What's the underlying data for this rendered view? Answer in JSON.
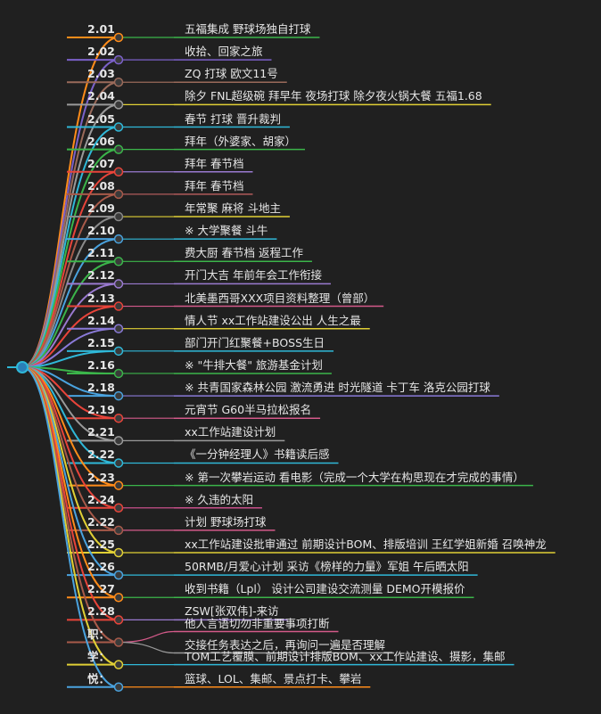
{
  "palette": [
    "#ff8c1a",
    "#7b61c9",
    "#9a9a9a",
    "#e0cf35",
    "#2fb8d8",
    "#3bb54a",
    "#e8443a",
    "#a85a4a",
    "#d45a8a",
    "#8a8a8a",
    "#4aa3df",
    "#b88cd8"
  ],
  "branches": [
    {
      "label": "2.01",
      "items": [
        "五福集成 野球场独自打球"
      ],
      "color": "#3bb54a"
    },
    {
      "label": "2.02",
      "items": [
        "收拾、回家之旅"
      ],
      "color": "#7b61c9"
    },
    {
      "label": "2.03",
      "items": [
        "ZQ 打球 欧文11号"
      ],
      "color": "#9a6a5a"
    },
    {
      "label": "2.04",
      "items": [
        "除夕 FNL超级碗 拜早年 夜场打球 除夕夜火锅大餐 五福1.68"
      ],
      "color": "#e0cf35"
    },
    {
      "label": "2.05",
      "items": [
        "春节 打球 晋升裁判"
      ],
      "color": "#2fb8d8"
    },
    {
      "label": "2.06",
      "items": [
        "拜年（外婆家、胡家）"
      ],
      "color": "#3bb54a"
    },
    {
      "label": "2.07",
      "items": [
        "拜年 春节档"
      ],
      "color": "#9a7ad0"
    },
    {
      "label": "2.08",
      "items": [
        "拜年 春节档"
      ],
      "color": "#b05a5a"
    },
    {
      "label": "2.09",
      "items": [
        "年常聚 麻将 斗地主"
      ],
      "color": "#e0cf35"
    },
    {
      "label": "2.10",
      "items": [
        "※ 大学聚餐 斗牛"
      ],
      "color": "#2fb8d8"
    },
    {
      "label": "2.11",
      "items": [
        "费大厨 春节档 返程工作"
      ],
      "color": "#3bb54a"
    },
    {
      "label": "2.12",
      "items": [
        "开门大吉 年前年会工作衔接"
      ],
      "color": "#9a7ad0"
    },
    {
      "label": "2.13",
      "items": [
        "北美墨西哥XXX项目资料整理（曾部）"
      ],
      "color": "#d45a8a"
    },
    {
      "label": "2.14",
      "items": [
        "情人节 xx工作站建设公出 人生之最"
      ],
      "color": "#e0cf35"
    },
    {
      "label": "2.15",
      "items": [
        "部门开门红聚餐+BOSS生日"
      ],
      "color": "#2fb8d8"
    },
    {
      "label": "2.16",
      "items": [
        "※ \"牛排大餐\" 旅游基金计划"
      ],
      "color": "#3bb54a"
    },
    {
      "label": "2.18",
      "items": [
        "※ 共青国家森林公园 激流勇进 时光隧道 卡丁车 洛克公园打球"
      ],
      "color": "#8a7ad8"
    },
    {
      "label": "2.19",
      "items": [
        "元宵节 G60半马拉松报名"
      ],
      "color": "#d45a8a"
    },
    {
      "label": "2.21",
      "items": [
        "xx工作站建设计划"
      ],
      "color": "#9a9a9a"
    },
    {
      "label": "2.22",
      "items": [
        "《一分钟经理人》书籍读后感"
      ],
      "color": "#2fb8d8"
    },
    {
      "label": "2.23",
      "items": [
        "※ 第一次攀岩运动 看电影（完成一个大学在构思现在才完成的事情）"
      ],
      "color": "#3bb54a"
    },
    {
      "label": "2.24",
      "items": [
        "※ 久违的太阳"
      ],
      "color": "#c8508a"
    },
    {
      "label": "2.22",
      "items": [
        "计划 野球场打球"
      ],
      "color": "#d45a8a"
    },
    {
      "label": "2.25",
      "items": [
        "xx工作站建设批审通过 前期设计BOM、排版培训 王红学姐新婚 召唤神龙"
      ],
      "color": "#e0cf35"
    },
    {
      "label": "2.26",
      "items": [
        "50RMB/月爱心计划 采访《榜样的力量》军姐 午后晒太阳"
      ],
      "color": "#2fb8d8"
    },
    {
      "label": "2.27",
      "items": [
        "收到书籍（Lpl） 设计公司建设交流测量 DEMO开模报价"
      ],
      "color": "#3bb54a"
    },
    {
      "label": "2.28",
      "items": [
        "ZSW[张双伟]-来访"
      ],
      "color": "#9a7ad0"
    },
    {
      "label": "职：",
      "items": [
        "他人言语切勿非重要事项打断",
        "交接任务表达之后，再询问一遍是否理解"
      ],
      "color": "#d45a8a",
      "subcolors": [
        "#d45a8a",
        "#9a9a9a"
      ]
    },
    {
      "label": "学：",
      "items": [
        "TOM工艺覆膜、前期设计排版BOM、xx工作站建设、摄影，集邮"
      ],
      "color": "#2fb8d8"
    },
    {
      "label": "悦：",
      "items": [
        "篮球、LOL、集邮、景点打卡、攀岩"
      ],
      "color": "#ff8c1a"
    }
  ],
  "branch_colors": [
    "#ff8c1a",
    "#7b61c9",
    "#9a6a5a",
    "#9a9a9a",
    "#2fb8d8",
    "#3bb54a",
    "#e8443a",
    "#a85a4a",
    "#8a8a8a",
    "#4aa3df",
    "#3bb54a",
    "#9a7ad0",
    "#e8443a",
    "#8a7ad8",
    "#2fb8d8",
    "#3bb54a",
    "#4aa3df",
    "#e8443a",
    "#9a9a9a",
    "#2fb8d8",
    "#ff8c1a",
    "#e8443a",
    "#a85a4a",
    "#e0cf35",
    "#4aa3df",
    "#ff8c1a",
    "#e8443a",
    "#a85a4a",
    "#e0cf35",
    "#4aa3df"
  ]
}
